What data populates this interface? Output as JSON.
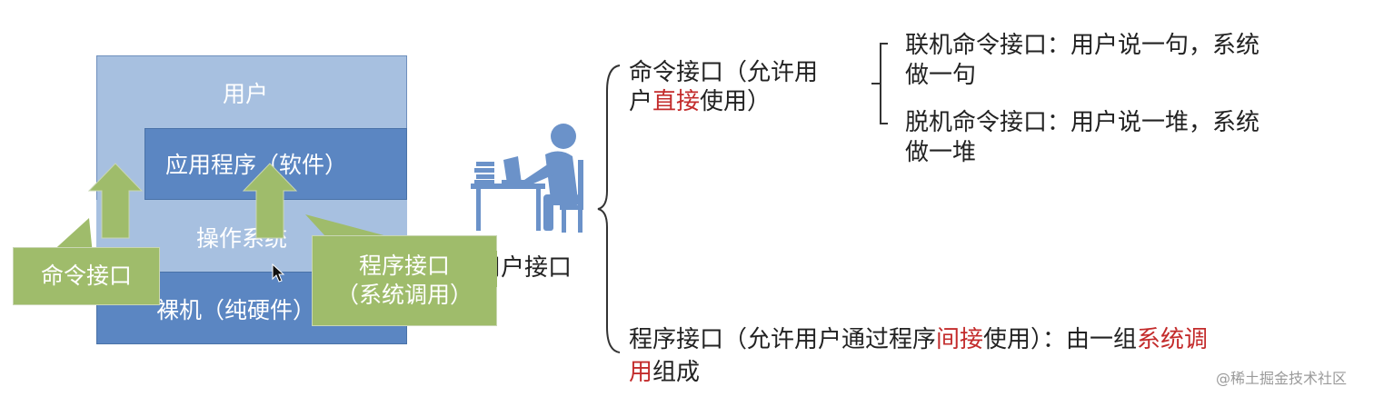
{
  "diagram": {
    "layers": {
      "user": "用户",
      "application": "应用程序（软件）",
      "os": "操作系统",
      "hardware": "裸机（纯硬件）"
    },
    "callouts": {
      "command": "命令接口",
      "program_line1": "程序接口",
      "program_line2": "（系统调用）"
    },
    "user_interface_label": "用户接口"
  },
  "tree": {
    "command_interface": {
      "line1": "命令接口（允许用",
      "line2_prefix": "户",
      "line2_highlight": "直接",
      "line2_suffix": "使用）"
    },
    "online": {
      "line1": "联机命令接口：用户说一句，系统",
      "line2": "做一句"
    },
    "offline": {
      "line1": "脱机命令接口：用户说一堆，系统",
      "line2": "做一堆"
    },
    "program_interface": {
      "part1": "程序接口（允许用户通过程序",
      "highlight1": "间接",
      "part2": "使用）：由一组",
      "highlight2": "系统调",
      "highlight3": "用",
      "part3": "组成"
    }
  },
  "watermark": "@稀土掘金技术社区",
  "colors": {
    "layer_light": "#a7c0e0",
    "layer_dark": "#5b86c2",
    "callout_green": "#9fbc6b",
    "highlight_red": "#c32b2b",
    "person_blue": "#6b92c9"
  }
}
